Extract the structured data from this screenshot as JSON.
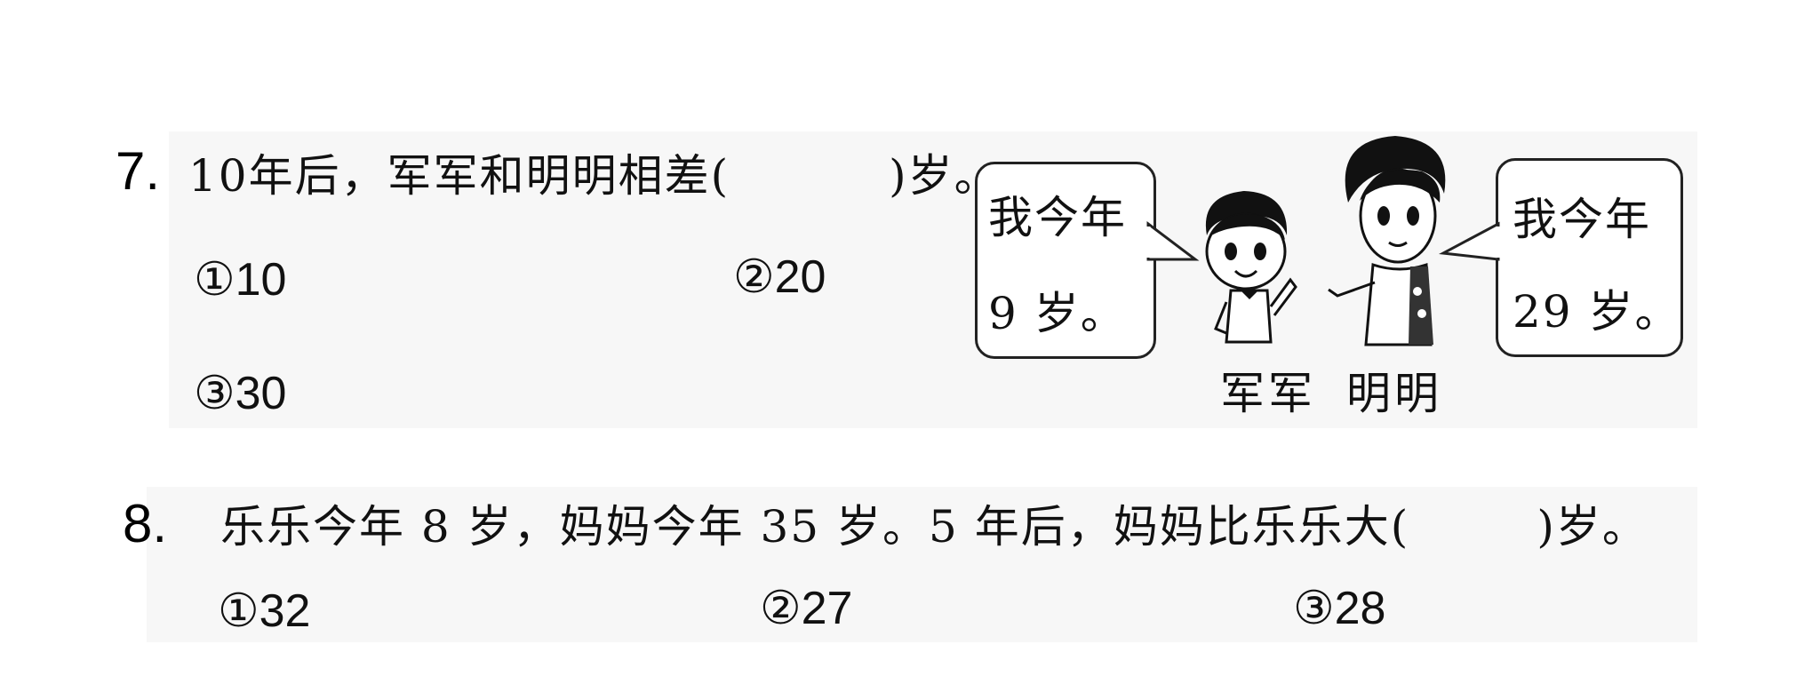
{
  "question7": {
    "number": "7.",
    "stem": "10年后，军军和明明相差(          )岁。",
    "options": [
      "①10",
      "②20",
      "③30"
    ],
    "bubble_left": {
      "line1": "我今年",
      "line2": "9 岁。"
    },
    "bubble_right": {
      "line1": "我今年",
      "line2": "29 岁。"
    },
    "names": {
      "left": "军军",
      "right": "明明"
    }
  },
  "question8": {
    "number": "8.",
    "stem": "乐乐今年 8 岁，妈妈今年 35 岁。5 年后，妈妈比乐乐大(        )岁。",
    "options": [
      "①32",
      "②27",
      "③28"
    ]
  }
}
